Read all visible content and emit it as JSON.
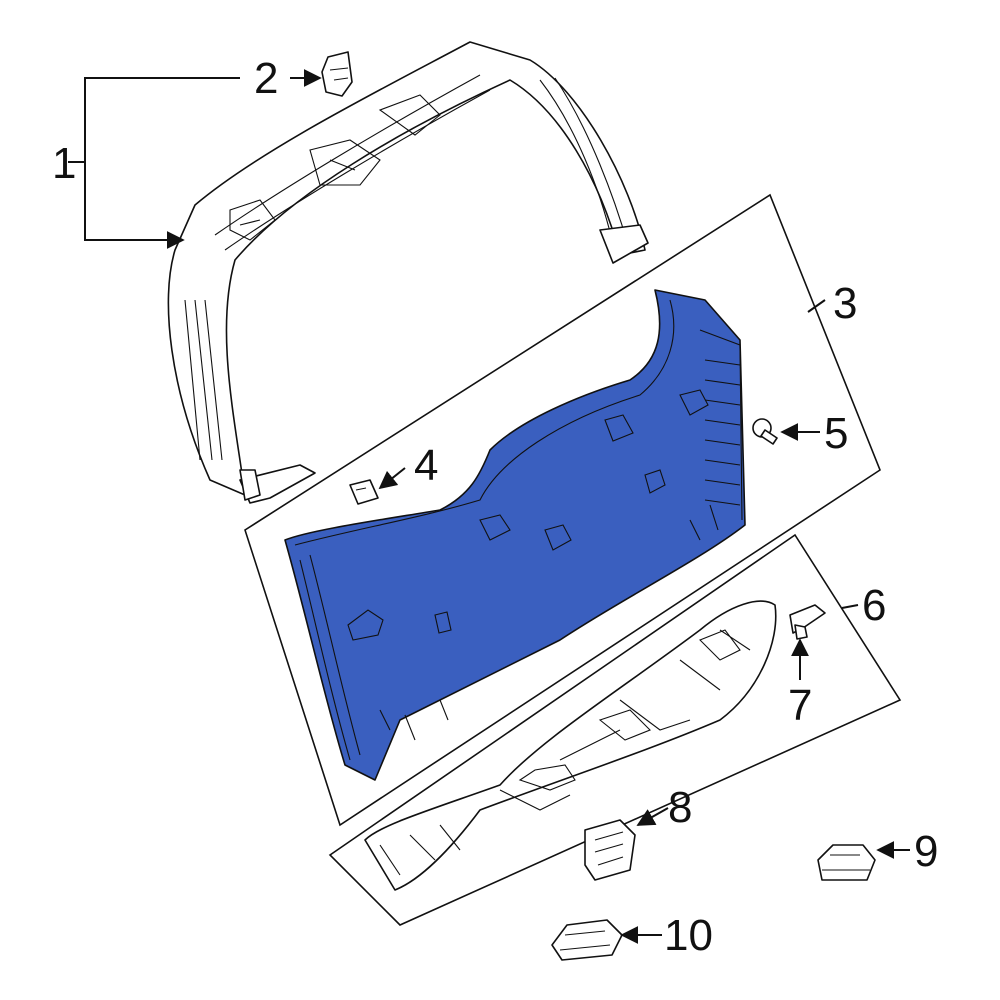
{
  "callouts": [
    "1",
    "2",
    "3",
    "4",
    "5",
    "6",
    "7",
    "8",
    "9",
    "10"
  ],
  "colors": {
    "highlight_fill": "#3A5FBF",
    "line": "#111111",
    "background": "#FFFFFF"
  },
  "highlighted_part": "3"
}
